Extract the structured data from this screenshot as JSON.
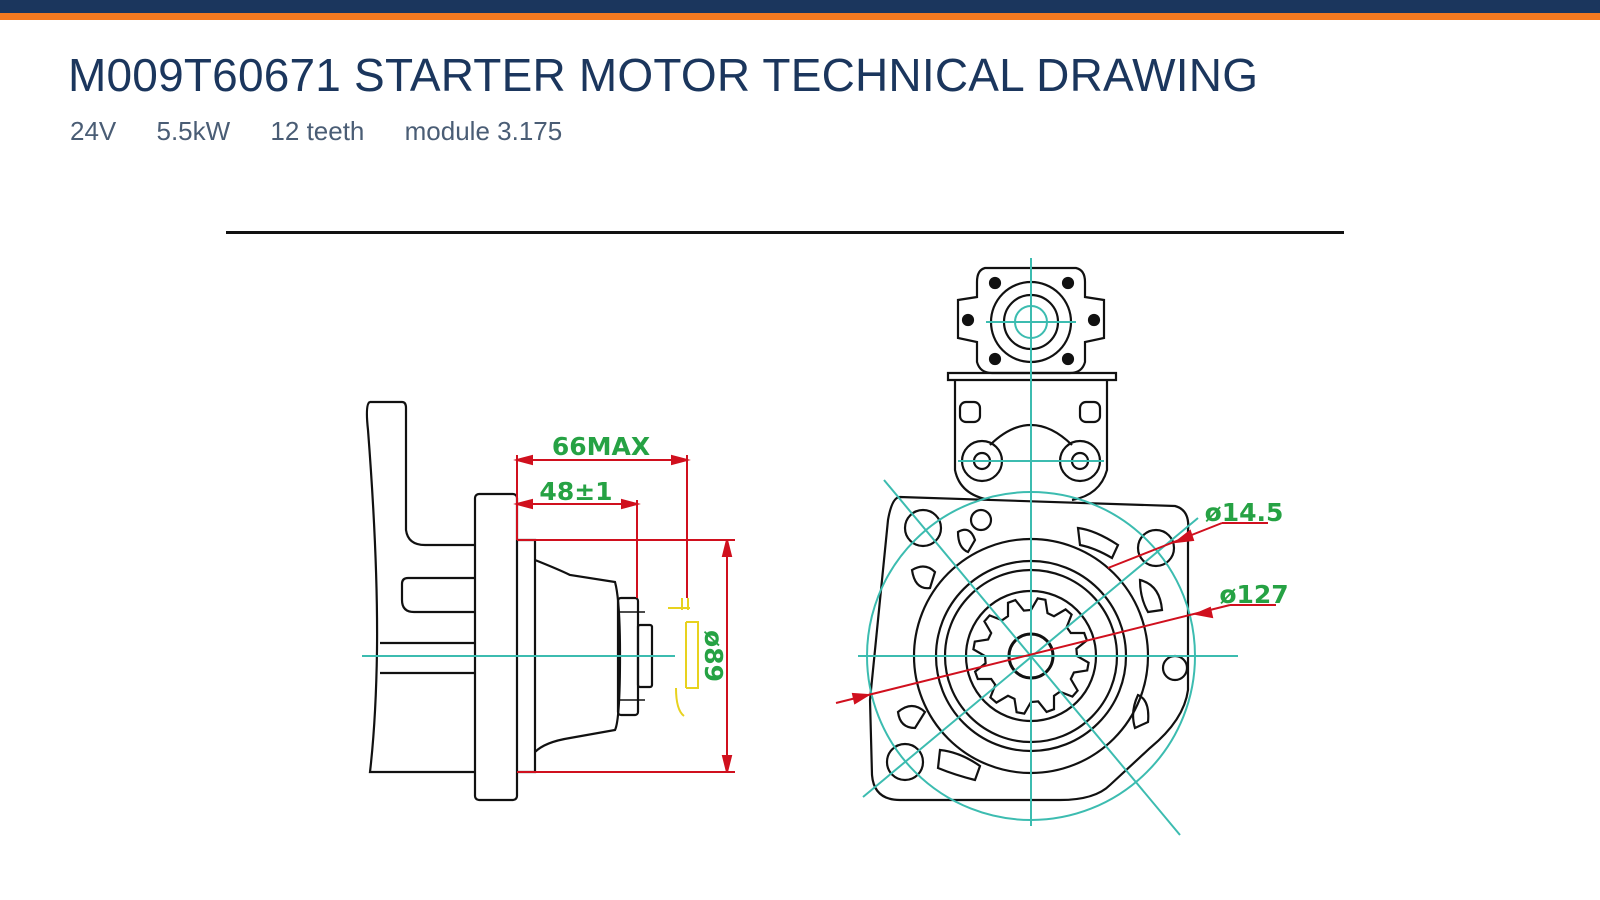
{
  "header": {
    "title": "M009T60671 STARTER MOTOR TECHNICAL DRAWING",
    "specs": [
      "24V",
      "5.5kW",
      "12 teeth",
      "module 3.175"
    ]
  },
  "drawing": {
    "dimensions": {
      "overall_length": "66MAX",
      "pinion_position": "48±1",
      "pilot_diameter": "ø89",
      "bolt_hole_diameter": "ø14.5",
      "bolt_circle_diameter": "ø127"
    },
    "colors": {
      "outline": "#111111",
      "centerline": "#3cbcb0",
      "dimension_line": "#d0101e",
      "dimension_text": "#26a244",
      "pinion_highlight": "#e8d21e"
    }
  }
}
